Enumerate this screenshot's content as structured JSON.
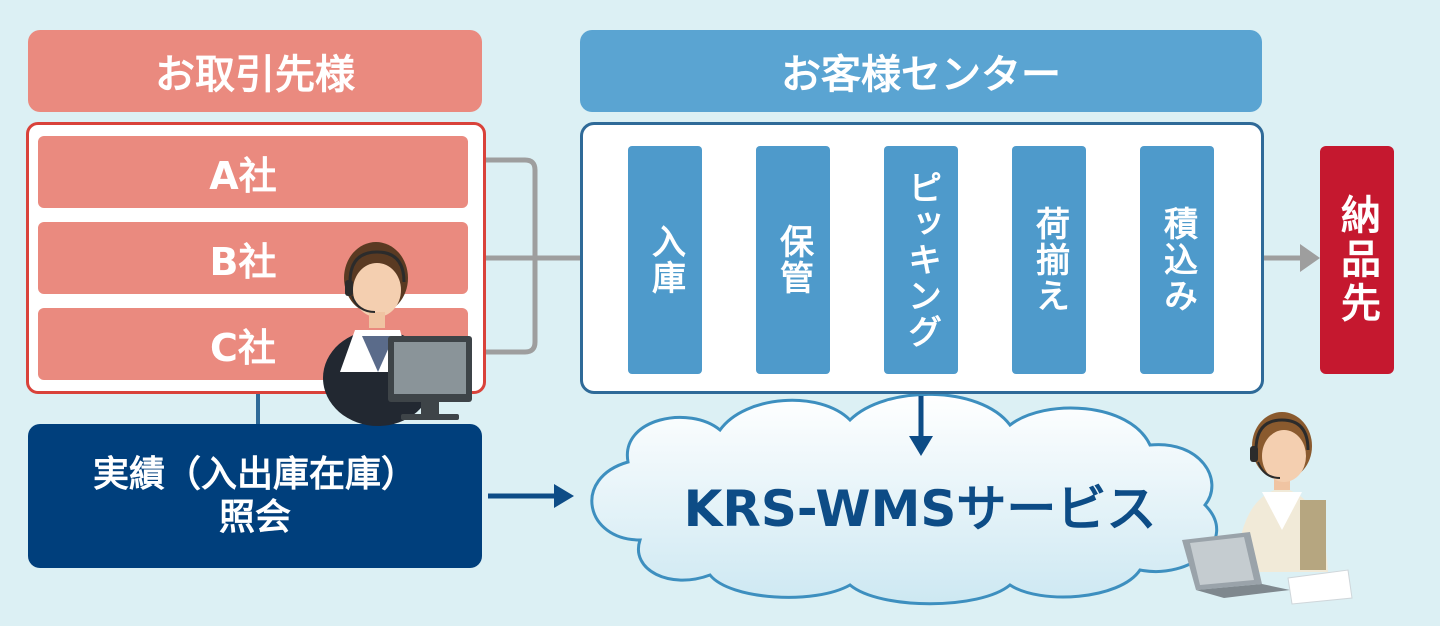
{
  "headers": {
    "partners": "お取引先様",
    "center": "お客様センター"
  },
  "partners": [
    "A社",
    "B社",
    "C社"
  ],
  "steps": [
    "入庫",
    "保管",
    "ピッキング",
    "荷揃え",
    "積込み"
  ],
  "destination": "納品先",
  "results": {
    "line1": "実績（入出庫在庫）",
    "line2": "照会"
  },
  "service": "KRS-WMSサービス",
  "colors": {
    "partner_header": "#ea8a7f",
    "center_header": "#5aa4d2",
    "step": "#4e9acb",
    "destination": "#c5182f",
    "results": "#003f7c",
    "background": "#dcf0f4"
  }
}
